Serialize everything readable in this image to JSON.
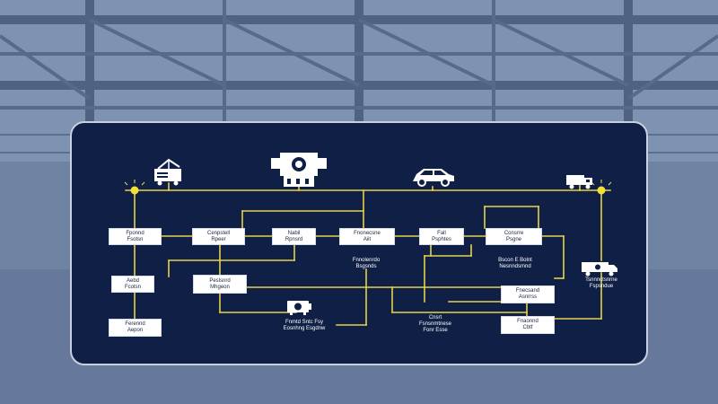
{
  "diagram": {
    "colors": {
      "panel": "#0f1f45",
      "wire": "#e6d24a",
      "node_fill": "#ffffff",
      "background": "#6f84a3"
    },
    "icons": {
      "crane": "crane-icon",
      "machine": "industrial-machine-icon",
      "car": "car-icon",
      "truck": "truck-icon",
      "generator": "generator-icon",
      "van": "van-icon"
    },
    "nodes": {
      "n1": [
        "Fponnd",
        "Fsotsn"
      ],
      "n2": [
        "Cenpstell",
        "Rpeer"
      ],
      "n3": [
        "Nabil",
        "Rpnsrd"
      ],
      "n4": [
        "Fnonecsne",
        "Aiit"
      ],
      "n5": [
        "Fall",
        "Psphtes"
      ],
      "n6": [
        "Consrre",
        "Psgne"
      ],
      "n7": [
        "Aebd",
        "Fcotsn"
      ],
      "n8": [
        "Peslsnrd",
        "Mhgeon"
      ],
      "n9": [
        "Ferennd",
        "Aepon"
      ],
      "n10": [
        "Fnecsand",
        "Asnrrss"
      ],
      "n11": [
        "Fnaonnd",
        "Cbtf"
      ]
    },
    "captions": {
      "c1": [
        "Fnnolenrdo",
        "Bsgsnds"
      ],
      "c2": [
        "Bscon E Bolnt",
        "Nesnndsmnd"
      ],
      "c3": [
        "Fnmtd Sntc Fsy",
        "Eosnhng Esgdnw"
      ],
      "c4": [
        "Cnsrt",
        "Fsnsnmtnese",
        "Fonr Esse"
      ],
      "c5": [
        "Tsnnnctsnrne",
        "Fspsndue"
      ]
    }
  }
}
